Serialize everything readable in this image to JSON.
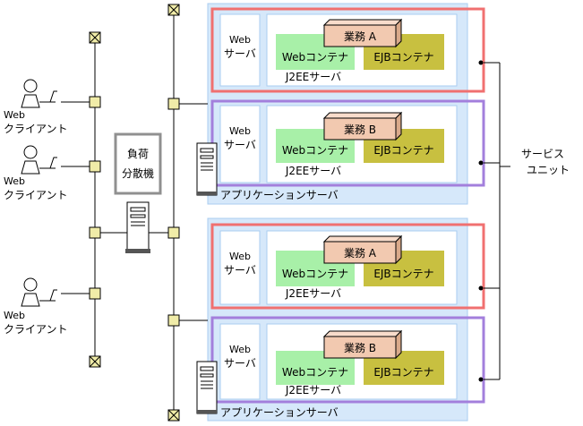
{
  "clients": [
    {
      "line1": "Web",
      "line2": "クライアント"
    },
    {
      "line1": "Web",
      "line2": "クライアント"
    },
    {
      "line1": "Web",
      "line2": "クライアント"
    }
  ],
  "load_balancer": {
    "line1": "負荷",
    "line2": "分散機"
  },
  "app_server_label": "アプリケーションサーバ",
  "service_unit": {
    "line1": "サービス",
    "line2": "ユニット"
  },
  "units": [
    {
      "web_server": [
        "Web",
        "サーバ"
      ],
      "business": "業務 A",
      "web_container": "Webコンテナ",
      "ejb_container": "EJBコンテナ",
      "j2ee": "J2EEサーバ"
    },
    {
      "web_server": [
        "Web",
        "サーバ"
      ],
      "business": "業務 B",
      "web_container": "Webコンテナ",
      "ejb_container": "EJBコンテナ",
      "j2ee": "J2EEサーバ"
    },
    {
      "web_server": [
        "Web",
        "サーバ"
      ],
      "business": "業務 A",
      "web_container": "Webコンテナ",
      "ejb_container": "EJBコンテナ",
      "j2ee": "J2EEサーバ"
    },
    {
      "web_server": [
        "Web",
        "サーバ"
      ],
      "business": "業務 B",
      "web_container": "Webコンテナ",
      "ejb_container": "EJBコンテナ",
      "j2ee": "J2EEサーバ"
    }
  ],
  "colors": {
    "app_server_fill": "#d6e8fa",
    "app_server_stroke": "#a9cdf0",
    "unit_a_border": "#f07070",
    "unit_b_border": "#a37fdc",
    "web_container_fill": "#a8f0a8",
    "ejb_container_fill": "#c8c040",
    "business_fill": "#f2c9b0",
    "business_top": "#f8dccb",
    "business_side": "#d9a98a",
    "node_fill": "#f0eca8",
    "lb_border": "#909090"
  }
}
